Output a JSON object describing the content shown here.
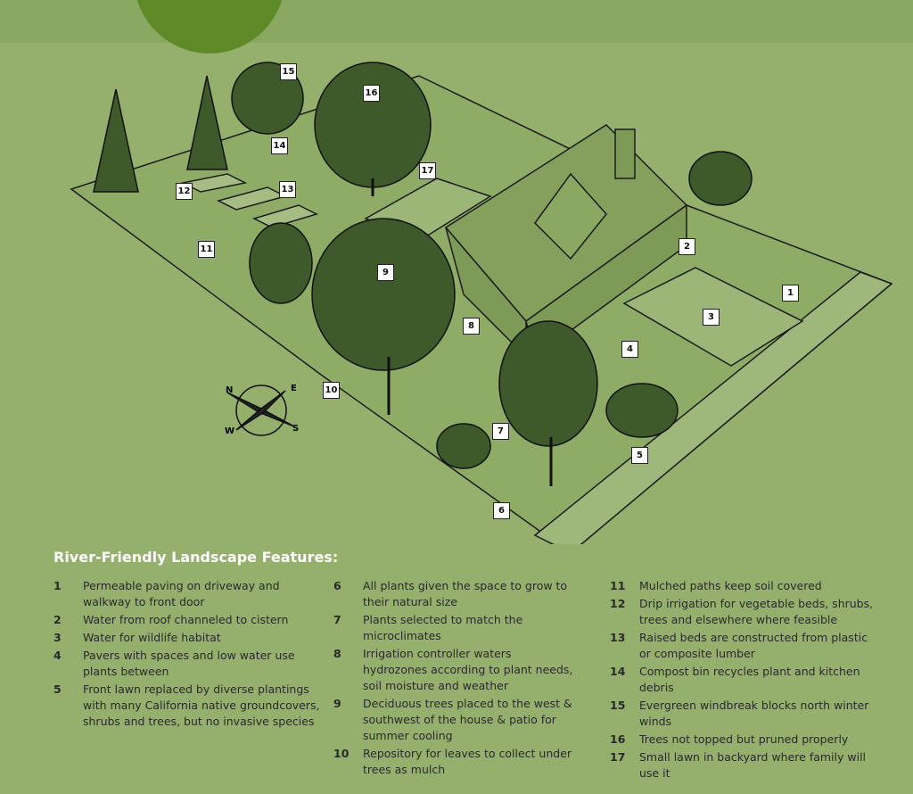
{
  "legend": {
    "title": "River-Friendly Landscape Features:",
    "items": [
      {
        "n": "1",
        "text": "Permeable paving on driveway and walkway to front door"
      },
      {
        "n": "2",
        "text": "Water from roof channeled to cistern"
      },
      {
        "n": "3",
        "text": "Water for wildlife habitat"
      },
      {
        "n": "4",
        "text": "Pavers with spaces and low water use plants between"
      },
      {
        "n": "5",
        "text": "Front lawn replaced by diverse plantings with many California native groundcovers, shrubs and trees, but no invasive species"
      },
      {
        "n": "6",
        "text": "All plants given the space to grow to their natural size"
      },
      {
        "n": "7",
        "text": "Plants selected to match the microclimates"
      },
      {
        "n": "8",
        "text": "Irrigation controller waters hydrozones according to plant needs, soil moisture and weather"
      },
      {
        "n": "9",
        "text": "Deciduous trees placed to the west & southwest of the house & patio for summer cooling"
      },
      {
        "n": "10",
        "text": "Repository for leaves to collect under trees as mulch"
      },
      {
        "n": "11",
        "text": "Mulched paths keep soil covered"
      },
      {
        "n": "12",
        "text": "Drip irrigation for vegetable beds, shrubs, trees and elsewhere where feasible"
      },
      {
        "n": "13",
        "text": "Raised beds are constructed from plastic or composite lumber"
      },
      {
        "n": "14",
        "text": "Compost bin recycles plant and kitchen debris"
      },
      {
        "n": "15",
        "text": "Evergreen windbreak blocks north winter winds"
      },
      {
        "n": "16",
        "text": "Trees not topped but pruned properly"
      },
      {
        "n": "17",
        "text": "Small lawn in backyard where family will use it"
      }
    ]
  },
  "compass": {
    "n": "N",
    "e": "E",
    "s": "S",
    "w": "W"
  }
}
